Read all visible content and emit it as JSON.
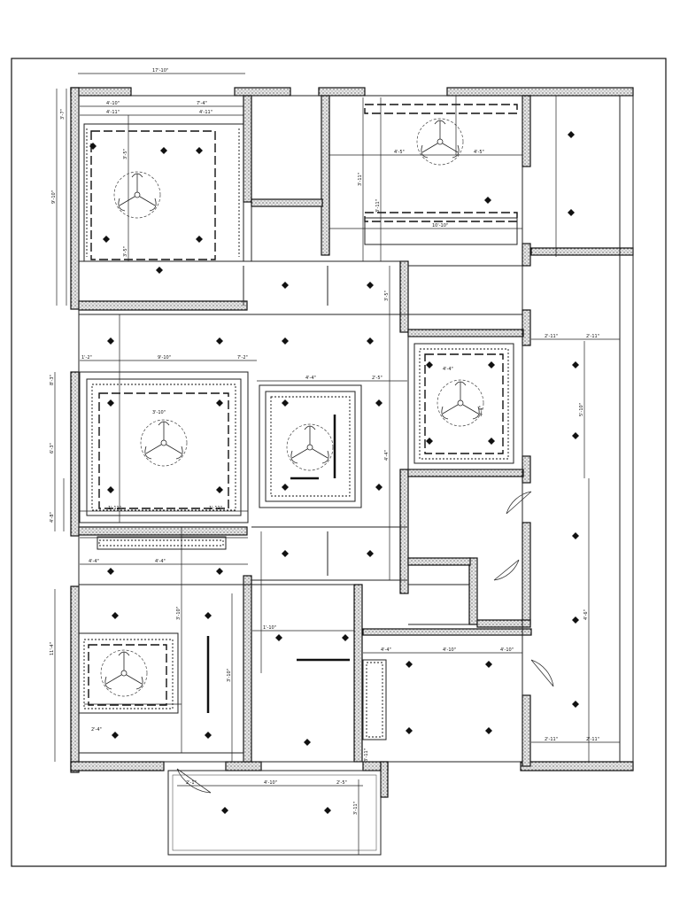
{
  "drawing": {
    "dimensions_top": [
      "17'-10\""
    ],
    "dimensions_left": [
      "9'-10\"",
      "3'-7\"",
      "8'-3\"",
      "6'-3\"",
      "4'-8\"",
      "11'-4\""
    ],
    "labels_room1": [
      "4'-10\"",
      "7'-4\"",
      "4'-11\"",
      "4'-11\"",
      "3'-5\"",
      "3'-5\""
    ],
    "labels_room2": [
      "4'-5\"",
      "4'-5\"",
      "3'-11\"",
      "3'-11\"",
      "10'-10\""
    ],
    "labels_middle": [
      "9'-10\"",
      "7'-2\"",
      "1'-2\"",
      "3'-10\"",
      "1'-11\"",
      "1'-11\""
    ],
    "labels_center": [
      "4'-4\"",
      "3'-5\"",
      "2'-5\"",
      "4'-4\""
    ],
    "labels_right": [
      "4'-4\"",
      "4'-4\"",
      "2'-11\"",
      "2'-11\"",
      "5'-10\"",
      "4'-6\"",
      "2'-11\"",
      "2'-11\""
    ],
    "labels_lower": [
      "4'-4\"",
      "4'-4\"",
      "3'-10\"",
      "3'-10\"",
      "2'-4\"",
      "4'-4\"",
      "1'-10\"",
      "4'-10\"",
      "4'-10\""
    ],
    "labels_bottom": [
      "2'-1\"",
      "4'-10\"",
      "2'-5\"",
      "3'-11\"",
      "3'-11\""
    ]
  }
}
